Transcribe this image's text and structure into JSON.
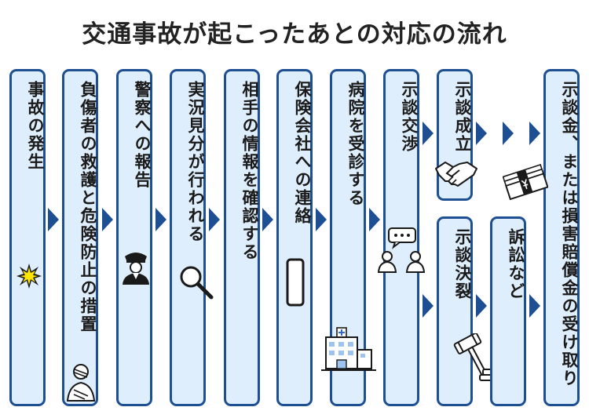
{
  "title": "交通事故が起こったあとの対応の流れ",
  "steps": [
    {
      "label": "事故の発生",
      "icon": "collision-icon"
    },
    {
      "label": "負傷者の救護と危険防止の措置",
      "icon": "injured-person-icon"
    },
    {
      "label": "警察への報告",
      "icon": "police-officer-icon"
    },
    {
      "label": "実況見分が行われる",
      "icon": "magnifier-icon"
    },
    {
      "label": "相手の情報を確認する",
      "icon": ""
    },
    {
      "label": "保険会社への連絡",
      "icon": "smartphone-icon"
    },
    {
      "label": "病院を受診する",
      "icon": "hospital-icon"
    },
    {
      "label": "示談交渉",
      "icon": "negotiation-icon"
    },
    {
      "label": "示談成立",
      "icon": "handshake-icon"
    },
    {
      "label": "示談決裂",
      "icon": "gavel-icon"
    },
    {
      "label": "訴訟など",
      "icon": ""
    },
    {
      "label": "示談金、または損害賠償金の受け取り",
      "icon": "money-icon"
    }
  ],
  "colors": {
    "card_fill": "#dfeefc",
    "card_border": "#1d4f92",
    "arrow": "#1d4f92"
  }
}
